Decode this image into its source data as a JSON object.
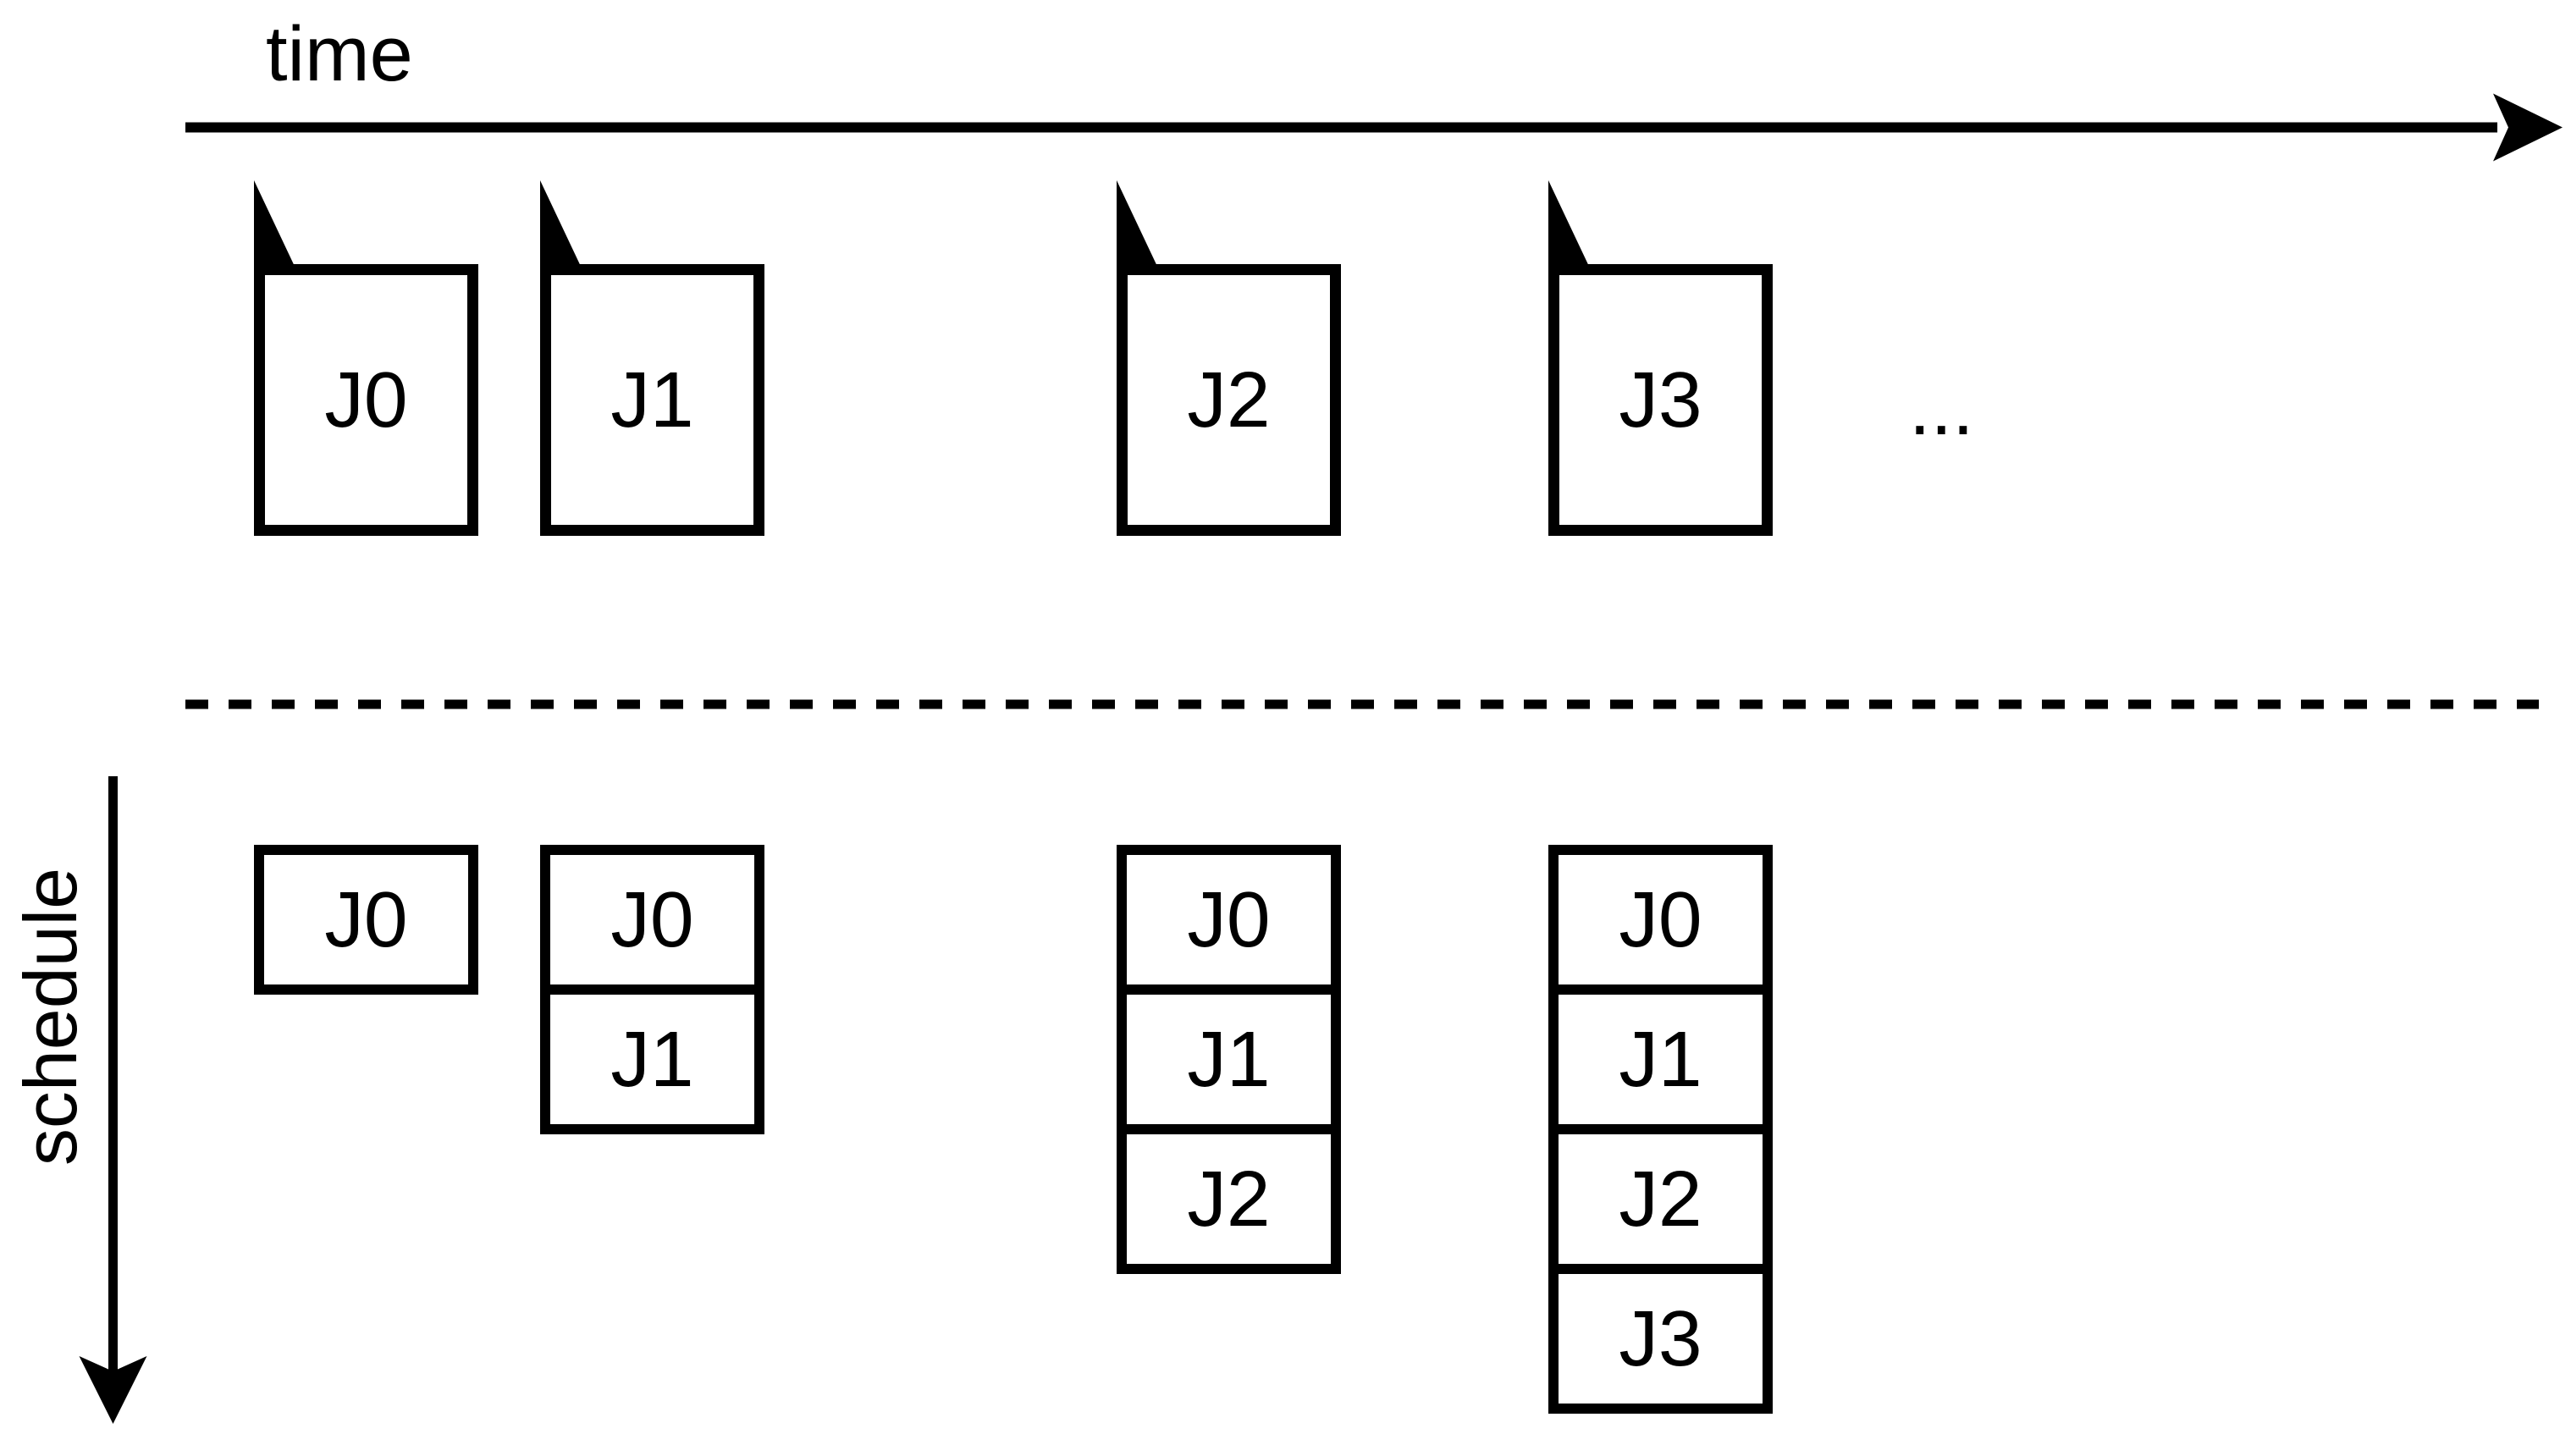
{
  "diagram": {
    "colors": {
      "ink": "#000000",
      "background": "#ffffff"
    },
    "time_axis": {
      "label": "time"
    },
    "schedule_axis": {
      "label": "schedule"
    },
    "ellipsis": "...",
    "arrivals": [
      {
        "label": "J0"
      },
      {
        "label": "J1"
      },
      {
        "label": "J2"
      },
      {
        "label": "J3"
      }
    ],
    "stacks": [
      {
        "cells": [
          "J0"
        ]
      },
      {
        "cells": [
          "J0",
          "J1"
        ]
      },
      {
        "cells": [
          "J0",
          "J1",
          "J2"
        ]
      },
      {
        "cells": [
          "J0",
          "J1",
          "J2",
          "J3"
        ]
      }
    ]
  }
}
